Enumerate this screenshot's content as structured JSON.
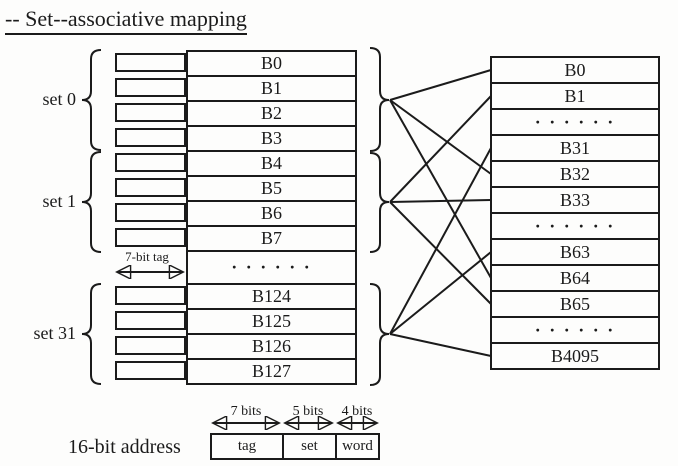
{
  "title": "-- Set--associative mapping",
  "cache": {
    "sets": [
      {
        "label": "set 0",
        "blocks": [
          "B0",
          "B1",
          "B2",
          "B3"
        ]
      },
      {
        "label": "set 1",
        "blocks": [
          "B4",
          "B5",
          "B6",
          "B7"
        ]
      },
      {
        "label": "set 31",
        "blocks": [
          "B124",
          "B125",
          "B126",
          "B127"
        ]
      }
    ],
    "ellipsis": "· · · · · ·",
    "tag_width_label": "7-bit tag"
  },
  "memory": {
    "rows": [
      "B0",
      "B1",
      "· · · · · ·",
      "B31",
      "B32",
      "B33",
      "· · · · · ·",
      "B63",
      "B64",
      "B65",
      "· · · · · ·",
      "B4095"
    ]
  },
  "address": {
    "label": "16-bit address",
    "fields": [
      {
        "name": "tag",
        "bits": "7 bits"
      },
      {
        "name": "set",
        "bits": "5 bits"
      },
      {
        "name": "word",
        "bits": "4 bits"
      }
    ]
  },
  "colors": {
    "ink": "#1b1b1b",
    "paper": "#fdfdfc"
  }
}
